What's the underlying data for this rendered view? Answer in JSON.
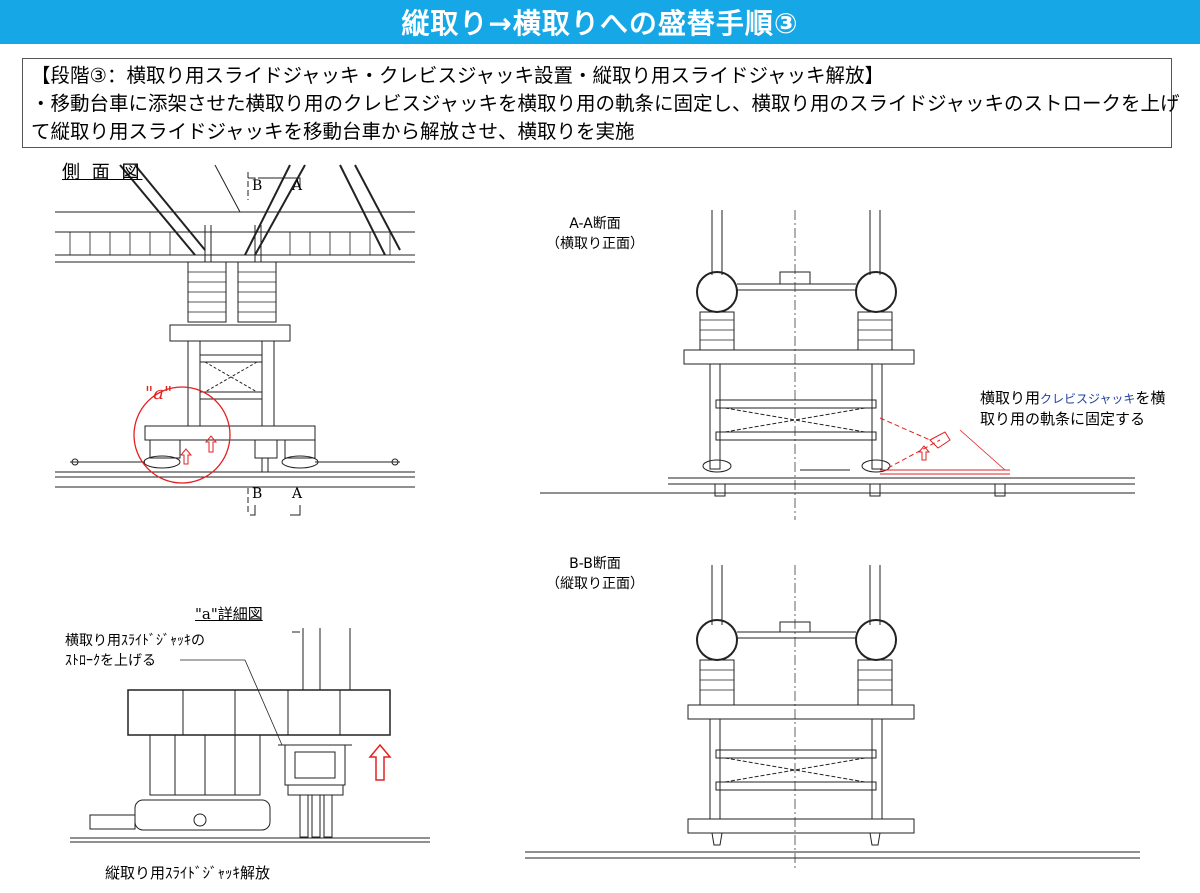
{
  "header": {
    "title": "縦取り→横取りへの盛替手順③",
    "background": "#16a7e6"
  },
  "description": {
    "step_heading": "【段階③：横取り用スライドジャッキ・クレビスジャッキ設置・縦取り用スライドジャッキ解放】",
    "line1": "・移動台車に添架させた横取り用のクレビスジャッキを横取り用の軌条に固定し、横取り用のスライドジャッキのストロークを上げ",
    "line2": "て縦取り用スライドジャッキを移動台車から解放させ、横取りを実施"
  },
  "side_view": {
    "title": "側 面 図",
    "section_mark_b": "B",
    "section_mark_a": "A",
    "detail_marker": "\"a\""
  },
  "section_aa": {
    "title": "A-A断面",
    "subtitle": "（横取り正面）",
    "callout_part1": "横取り用",
    "callout_part2": "クレビスジャッキ",
    "callout_part3": "を横",
    "callout_line2": "取り用の軌条に固定する",
    "callout_color": "#1f3f9f"
  },
  "section_bb": {
    "title": "B-B断面",
    "subtitle": "（縦取り正面）"
  },
  "detail_a": {
    "title": "\"a\"詳細図",
    "callout_line1": "横取り用ｽﾗｲﾄﾞｼﾞｬｯｷの",
    "callout_line2": "ｽﾄﾛｰｸを上げる",
    "bottom_caption": "縦取り用ｽﾗｲﾄﾞｼﾞｬｯｷ解放"
  },
  "colors": {
    "accent_red": "#e32020",
    "line": "#222222"
  }
}
